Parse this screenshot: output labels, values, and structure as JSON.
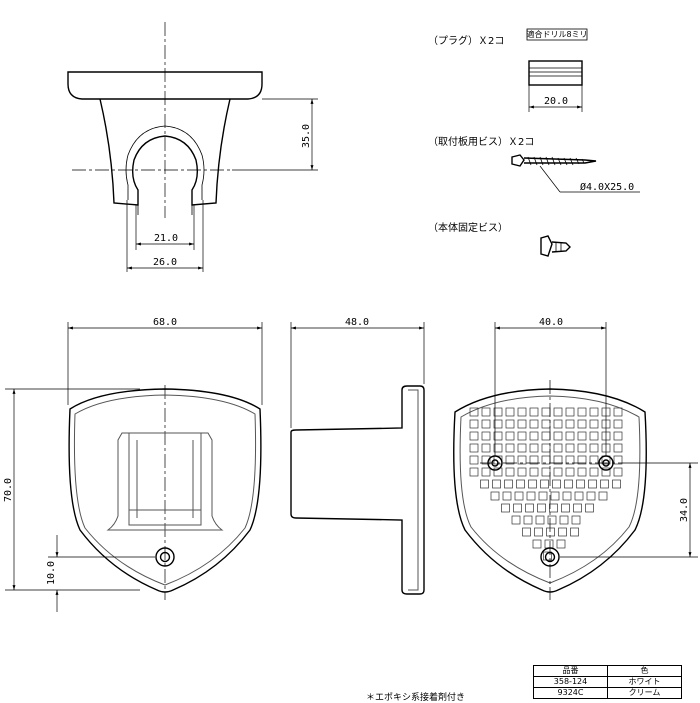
{
  "parts": {
    "plug": {
      "label": "（プラグ）Ｘ2コ",
      "drill_label": "適合ドリル8ミリ",
      "length": "20.0"
    },
    "screw": {
      "label": "（取付板用ビス）Ｘ2コ",
      "size": "Ø4.0X25.0"
    },
    "body_screw": {
      "label": "（本体固定ビス）"
    }
  },
  "dimensions": {
    "top_height": "35.0",
    "inner_width": "21.0",
    "outer_width": "26.0",
    "front_width": "68.0",
    "side_depth": "48.0",
    "back_hole_pitch": "40.0",
    "front_height": "70.0",
    "hole_offset": "10.0",
    "back_height": "34.0"
  },
  "spec_table": {
    "headers": [
      "品番",
      "色"
    ],
    "rows": [
      [
        "358-124",
        "ホワイト"
      ],
      [
        "9324C",
        "クリーム"
      ]
    ]
  },
  "note": "＊エポキシ系接着剤付き"
}
